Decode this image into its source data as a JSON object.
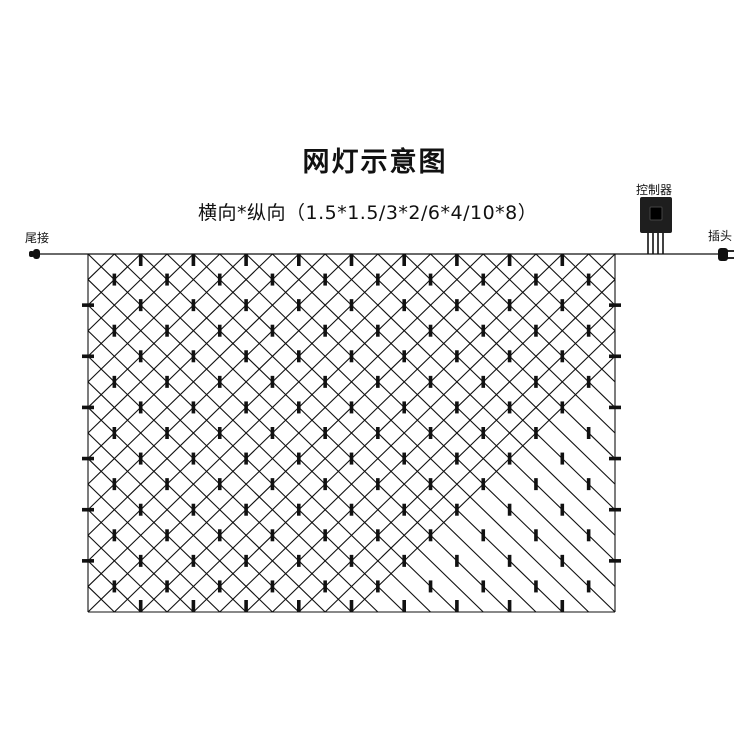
{
  "title": "网灯示意图",
  "subtitle": "横向*纵向（1.5*1.5/3*2/6*4/10*8）",
  "labels": {
    "tail": "尾接",
    "controller": "控制器",
    "plug": "插头"
  },
  "net": {
    "columns": 10,
    "rows": 7,
    "line_color": "#111111"
  }
}
